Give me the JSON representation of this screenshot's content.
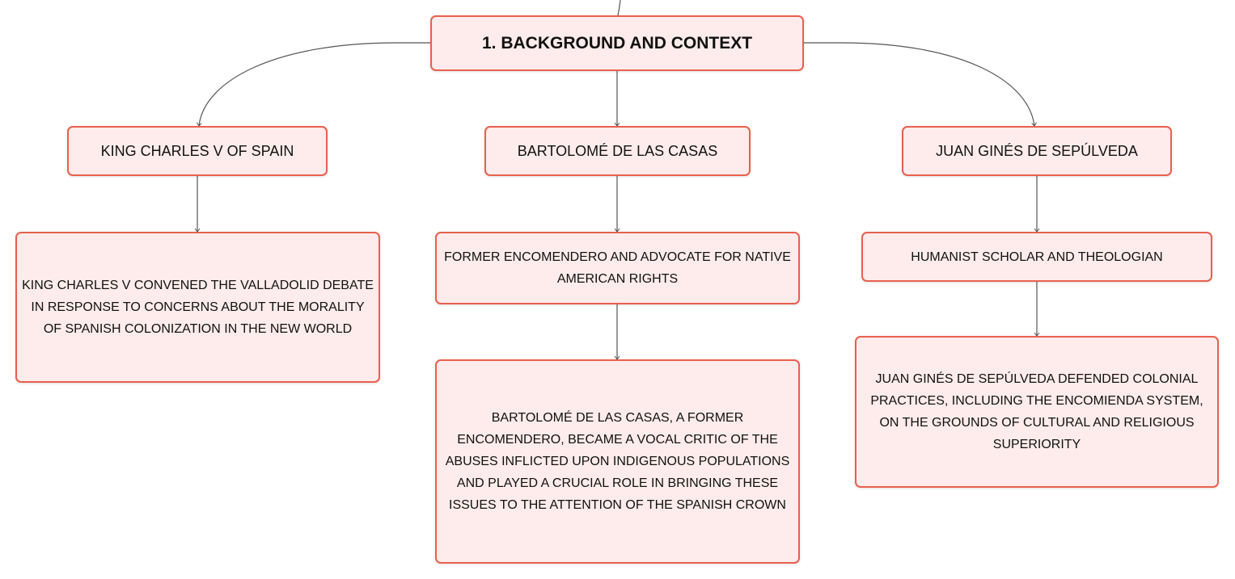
{
  "diagram": {
    "root": "1. BACKGROUND AND CONTEXT",
    "branches": [
      {
        "title": "KING CHARLES V OF SPAIN",
        "children": [
          "KING CHARLES V CONVENED THE VALLADOLID DEBATE IN RESPONSE TO CONCERNS ABOUT THE MORALITY OF SPANISH COLONIZATION IN THE NEW WORLD"
        ]
      },
      {
        "title": "BARTOLOMÉ DE LAS CASAS",
        "children": [
          "FORMER ENCOMENDERO AND ADVOCATE FOR NATIVE AMERICAN RIGHTS",
          "BARTOLOMÉ DE LAS CASAS, A FORMER ENCOMENDERO, BECAME A VOCAL CRITIC OF THE ABUSES INFLICTED UPON INDIGENOUS POPULATIONS AND PLAYED A CRUCIAL ROLE IN BRINGING THESE ISSUES TO THE ATTENTION OF THE SPANISH CROWN"
        ]
      },
      {
        "title": "JUAN GINÉS DE SEPÚLVEDA",
        "children": [
          "HUMANIST SCHOLAR AND THEOLOGIAN",
          "JUAN GINÉS DE SEPÚLVEDA DEFENDED COLONIAL PRACTICES, INCLUDING THE ENCOMIENDA SYSTEM, ON THE GROUNDS OF CULTURAL AND RELIGIOUS SUPERIORITY"
        ]
      }
    ]
  },
  "colors": {
    "node_border": "#e8604f",
    "node_fill": "#fdeceb",
    "connector": "#555555",
    "text": "#111111"
  }
}
